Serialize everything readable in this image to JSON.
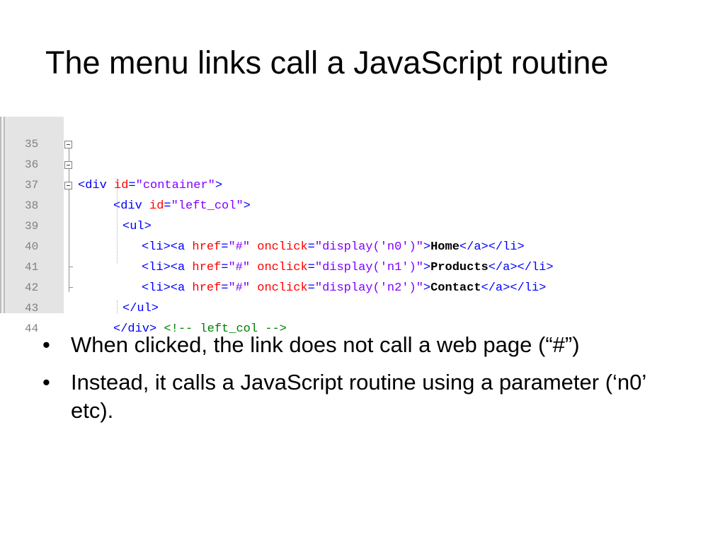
{
  "slide": {
    "title": "The menu links call a JavaScript routine",
    "code": {
      "lines": [
        {
          "num": "35"
        },
        {
          "num": "36",
          "t1": "<div ",
          "a1": "id",
          "t2": "=",
          "v1": "\"container\"",
          "t3": ">"
        },
        {
          "num": "37",
          "t1": "<div ",
          "a1": "id",
          "t2": "=",
          "v1": "\"left_col\"",
          "t3": ">"
        },
        {
          "num": "38",
          "t1": "<ul>"
        },
        {
          "num": "39",
          "t1": "<li><a ",
          "a1": "href",
          "t2": "=",
          "v1": "\"#\"",
          "a2": "onclick",
          "t3": "=",
          "v2": "\"display('n0')\"",
          "t4": ">",
          "x1": "Home",
          "t5": "</a></li>"
        },
        {
          "num": "40",
          "t1": "<li><a ",
          "a1": "href",
          "t2": "=",
          "v1": "\"#\"",
          "a2": "onclick",
          "t3": "=",
          "v2": "\"display('n1')\"",
          "t4": ">",
          "x1": "Products",
          "t5": "</a></li>"
        },
        {
          "num": "41",
          "t1": "<li><a ",
          "a1": "href",
          "t2": "=",
          "v1": "\"#\"",
          "a2": "onclick",
          "t3": "=",
          "v2": "\"display('n2')\"",
          "t4": ">",
          "x1": "Contact",
          "t5": "</a></li>"
        },
        {
          "num": "42",
          "t1": "</ul>"
        },
        {
          "num": "43",
          "t1": "</div>",
          "c1": "<!-- left_col -->"
        },
        {
          "num": "44"
        }
      ]
    },
    "bullets": [
      {
        "marker": "•",
        "text": "When clicked, the link does not call a web page (“#”)"
      },
      {
        "marker": "•",
        "text": "Instead, it calls a JavaScript routine using a parameter (‘n0’ etc)."
      }
    ]
  }
}
